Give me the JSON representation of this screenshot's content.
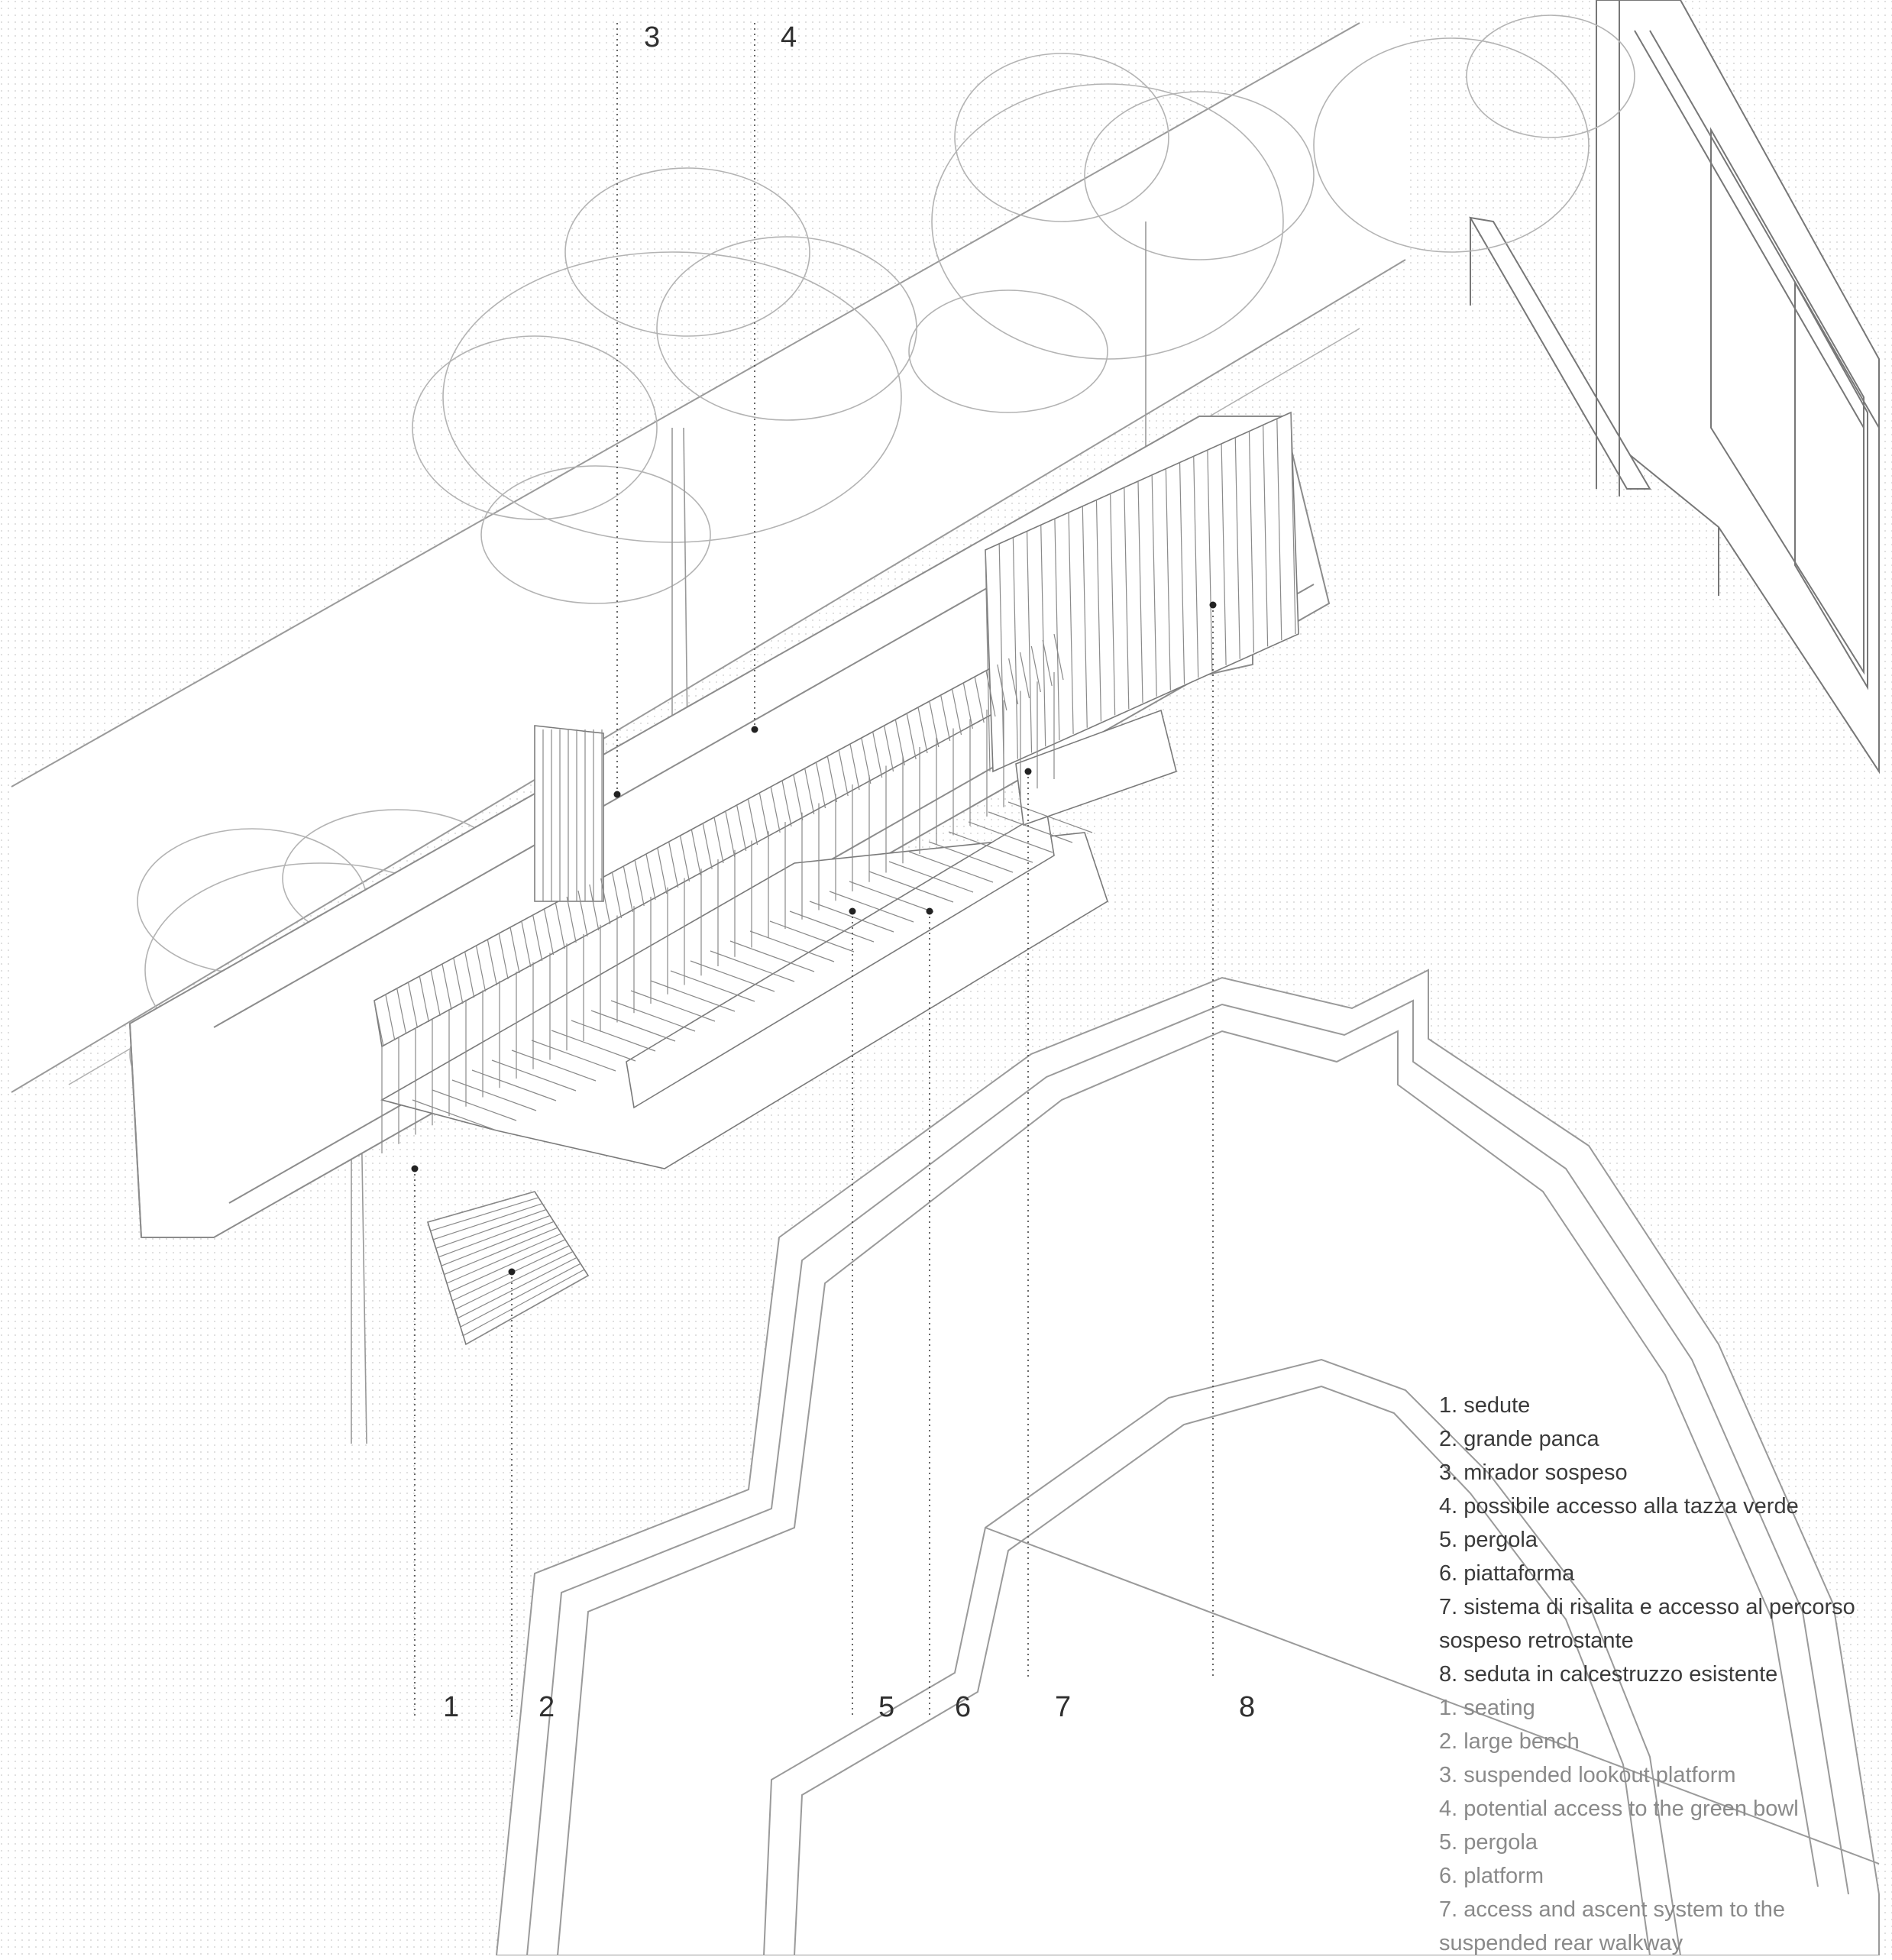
{
  "callouts": {
    "c1": "1",
    "c2": "2",
    "c3": "3",
    "c4": "4",
    "c5": "5",
    "c6": "6",
    "c7": "7",
    "c8": "8"
  },
  "legend": {
    "italian": [
      "1. sedute",
      "2. grande panca",
      "3. mirador sospeso",
      "4. possibile accesso alla tazza verde",
      "5. pergola",
      "6. piattaforma",
      "7. sistema di risalita e accesso al percorso",
      "sospeso retrostante",
      "8. seduta in calcestruzzo esistente"
    ],
    "english": [
      "1. seating",
      "2. large bench",
      "3. suspended lookout platform",
      "4. potential access to the green bowl",
      "5. pergola",
      "6. platform",
      "7. access and ascent system to the",
      "suspended rear walkway"
    ]
  },
  "colors": {
    "line": "#8c8c8c",
    "stipple": "#c9c9c9",
    "leader": "#444444",
    "text_it": "#3a3a3a",
    "text_en": "#8a8a8a"
  }
}
